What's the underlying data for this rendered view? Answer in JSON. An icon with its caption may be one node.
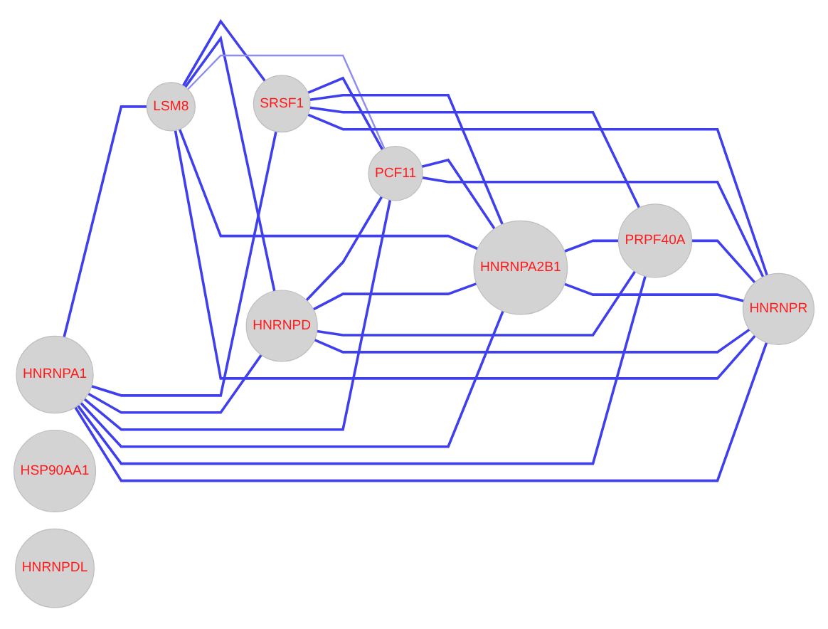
{
  "diagram": {
    "nodes": [
      {
        "text": [
          "HNRNPA1"
        ]
      },
      {
        "text": [
          "LSM8"
        ]
      },
      {
        "text": [
          "HSP90AA1"
        ]
      },
      {
        "text": [
          "SRSF1"
        ]
      },
      {
        "text": [
          "HNRNPD"
        ]
      },
      {
        "text": [
          "PCF11"
        ]
      },
      {
        "text": [
          "HNRNPA2B1"
        ]
      },
      {
        "text": [
          "PRPF40A"
        ]
      },
      {
        "text": [
          "HNRNPR"
        ]
      },
      {
        "text": [
          "HNRNPDL"
        ]
      }
    ],
    "edges": [
      {
        "from": 0,
        "to": 1,
        "arrow": "none"
      },
      {
        "from": 0,
        "to": 3,
        "arrow": "none"
      },
      {
        "from": 0,
        "to": 4,
        "arrow": "none"
      },
      {
        "from": 0,
        "to": 5,
        "arrow": "none"
      },
      {
        "from": 0,
        "to": 6,
        "arrow": "none"
      },
      {
        "from": 0,
        "to": 7,
        "arrow": "none"
      },
      {
        "from": 0,
        "to": 8,
        "arrow": "none"
      },
      {
        "from": 1,
        "to": 3,
        "arrow": "none"
      },
      {
        "from": 1,
        "to": 4,
        "arrow": "none"
      },
      {
        "from": 1,
        "to": 5,
        "arrow": "none",
        "color": "#8c8cf2"
      },
      {
        "from": 1,
        "to": 6,
        "arrow": "none"
      },
      {
        "from": 1,
        "to": 8,
        "arrow": "none"
      },
      {
        "from": 3,
        "to": 5,
        "arrow": "none"
      },
      {
        "from": 3,
        "to": 6,
        "arrow": "none"
      },
      {
        "from": 3,
        "to": 7,
        "arrow": "none"
      },
      {
        "from": 3,
        "to": 8,
        "arrow": "none"
      },
      {
        "from": 4,
        "to": 5,
        "arrow": "none"
      },
      {
        "from": 4,
        "to": 6,
        "arrow": "none"
      },
      {
        "from": 4,
        "to": 7,
        "arrow": "none"
      },
      {
        "from": 4,
        "to": 8,
        "arrow": "none"
      },
      {
        "from": 5,
        "to": 6,
        "arrow": "none"
      },
      {
        "from": 5,
        "to": 8,
        "arrow": "none"
      },
      {
        "from": 6,
        "to": 7,
        "arrow": "none"
      },
      {
        "from": 6,
        "to": 8,
        "arrow": "none"
      },
      {
        "from": 7,
        "to": 8,
        "arrow": "none"
      }
    ]
  }
}
